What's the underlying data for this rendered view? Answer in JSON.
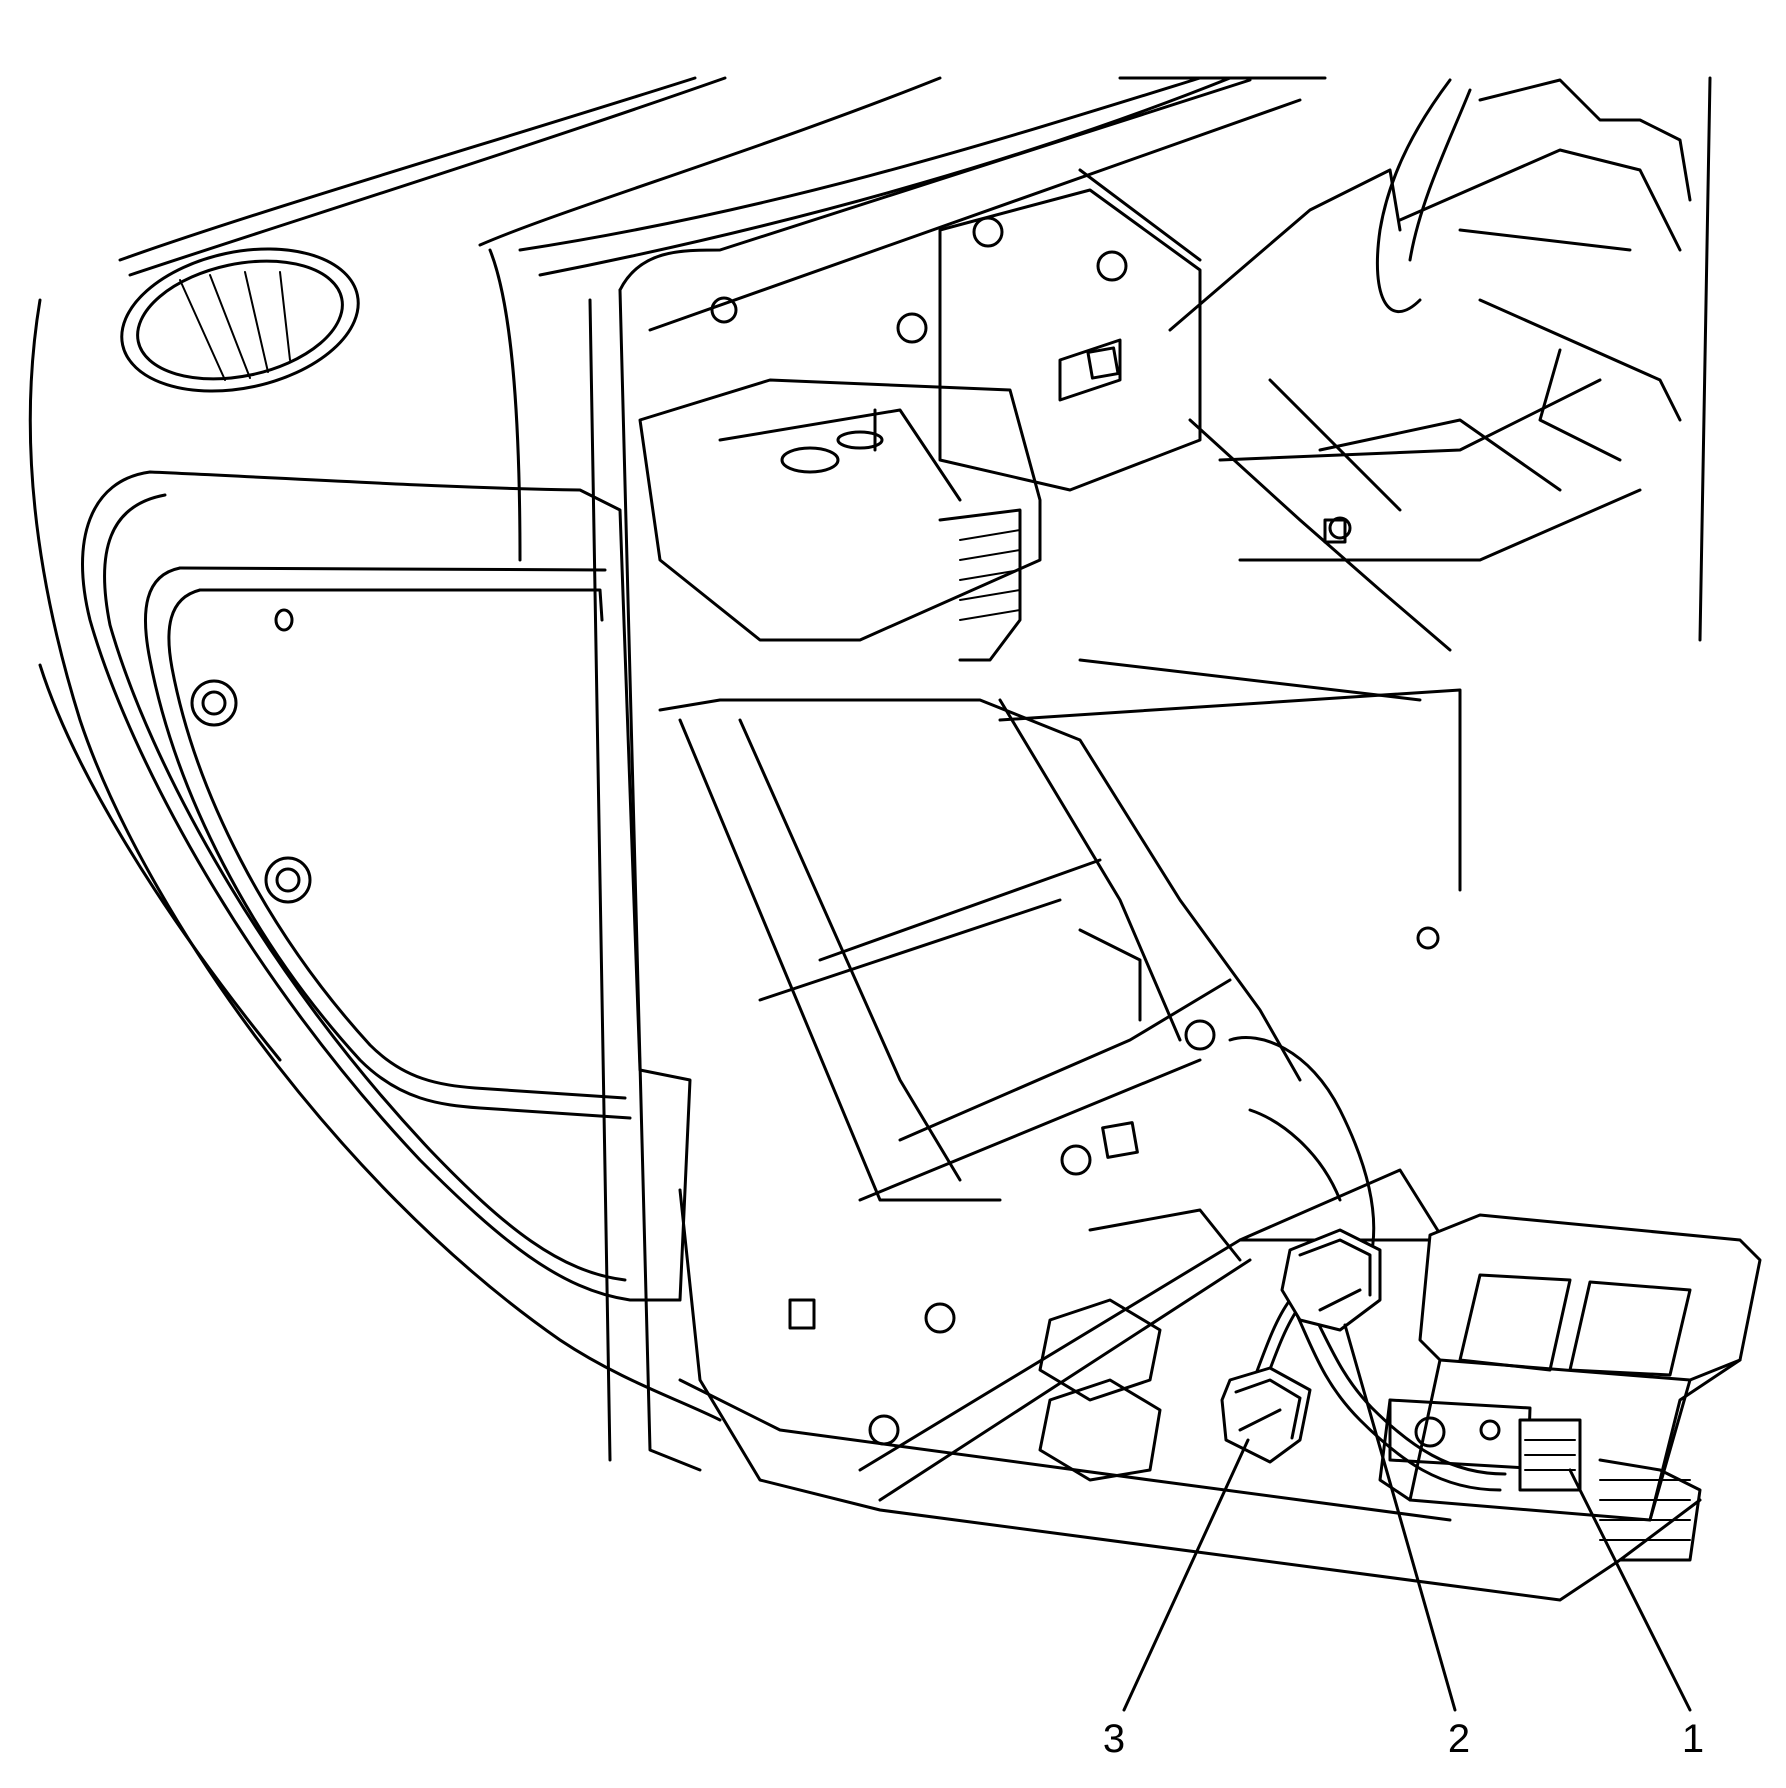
{
  "callouts": [
    {
      "number": "1",
      "part": ""
    },
    {
      "number": "2",
      "part": ""
    },
    {
      "number": "3",
      "part": ""
    }
  ]
}
